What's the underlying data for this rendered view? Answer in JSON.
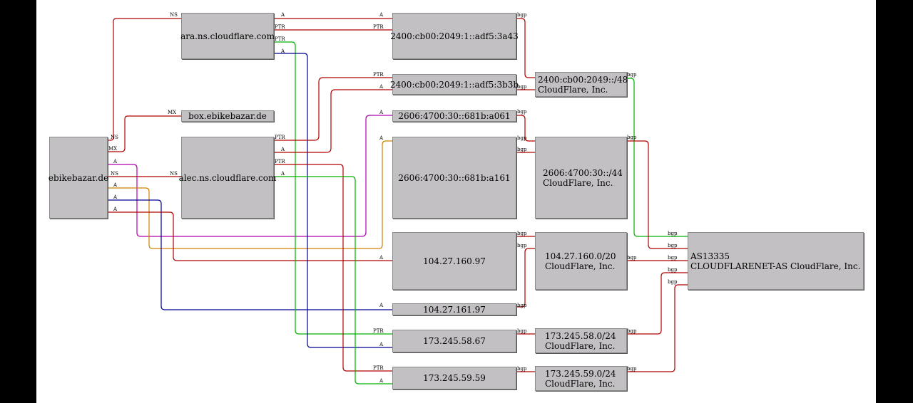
{
  "nodes": {
    "ebikebazar": {
      "label": "ebikebazar.de"
    },
    "ara": {
      "label": "ara.ns.cloudflare.com"
    },
    "box": {
      "label": "box.ebikebazar.de"
    },
    "alec": {
      "label": "alec.ns.cloudflare.com"
    },
    "ip6_3a43": {
      "label": "2400:cb00:2049:1::adf5:3a43"
    },
    "ip6_3b3b": {
      "label": "2400:cb00:2049:1::adf5:3b3b"
    },
    "ip6_a061": {
      "label": "2606:4700:30::681b:a061"
    },
    "ip6_a161": {
      "label": "2606:4700:30::681b:a161"
    },
    "ip4_16097": {
      "label": "104.27.160.97"
    },
    "ip4_16197": {
      "label": "104.27.161.97"
    },
    "ip4_5867": {
      "label": "173.245.58.67"
    },
    "ip4_5959": {
      "label": "173.245.59.59"
    },
    "pfx_2400": {
      "line1": "2400:cb00:2049::/48",
      "line2": "CloudFlare, Inc."
    },
    "pfx_2606": {
      "line1": "2606:4700:30::/44",
      "line2": "CloudFlare, Inc."
    },
    "pfx_104": {
      "line1": "104.27.160.0/20",
      "line2": "CloudFlare, Inc."
    },
    "pfx_17358": {
      "line1": "173.245.58.0/24",
      "line2": "CloudFlare, Inc."
    },
    "pfx_17359": {
      "line1": "173.245.59.0/24",
      "line2": "CloudFlare, Inc."
    },
    "as13335": {
      "line1": "AS13335",
      "line2": "CLOUDFLARENET-AS CloudFlare, Inc."
    }
  },
  "edge_labels": {
    "ns": "NS",
    "mx": "MX",
    "a": "A",
    "ptr": "PTR",
    "bgp": "bgp"
  },
  "colors": {
    "red": "#b00000",
    "green": "#00b000",
    "blue": "#000090",
    "magenta": "#b000b0",
    "orange": "#d08000",
    "node_fill": "#c2c0c2"
  }
}
